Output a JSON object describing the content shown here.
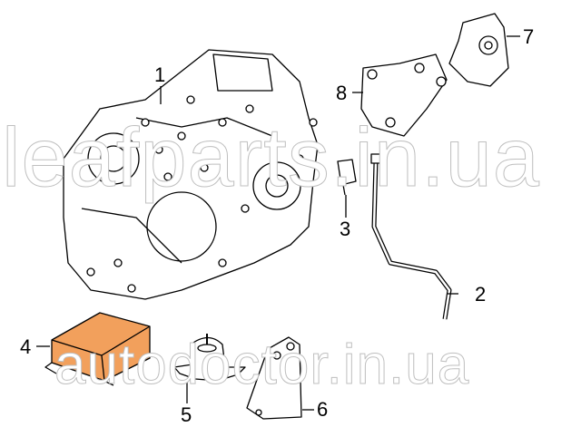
{
  "diagram": {
    "callouts": [
      "1",
      "2",
      "3",
      "4",
      "5",
      "6",
      "7",
      "8"
    ],
    "watermarks": [
      "leafparts.in.ua",
      "autodoctor.in.ua"
    ],
    "colors": {
      "module_fill": "#f2a05c",
      "line": "#000000",
      "watermark_stroke": "#bfbfbf"
    }
  }
}
